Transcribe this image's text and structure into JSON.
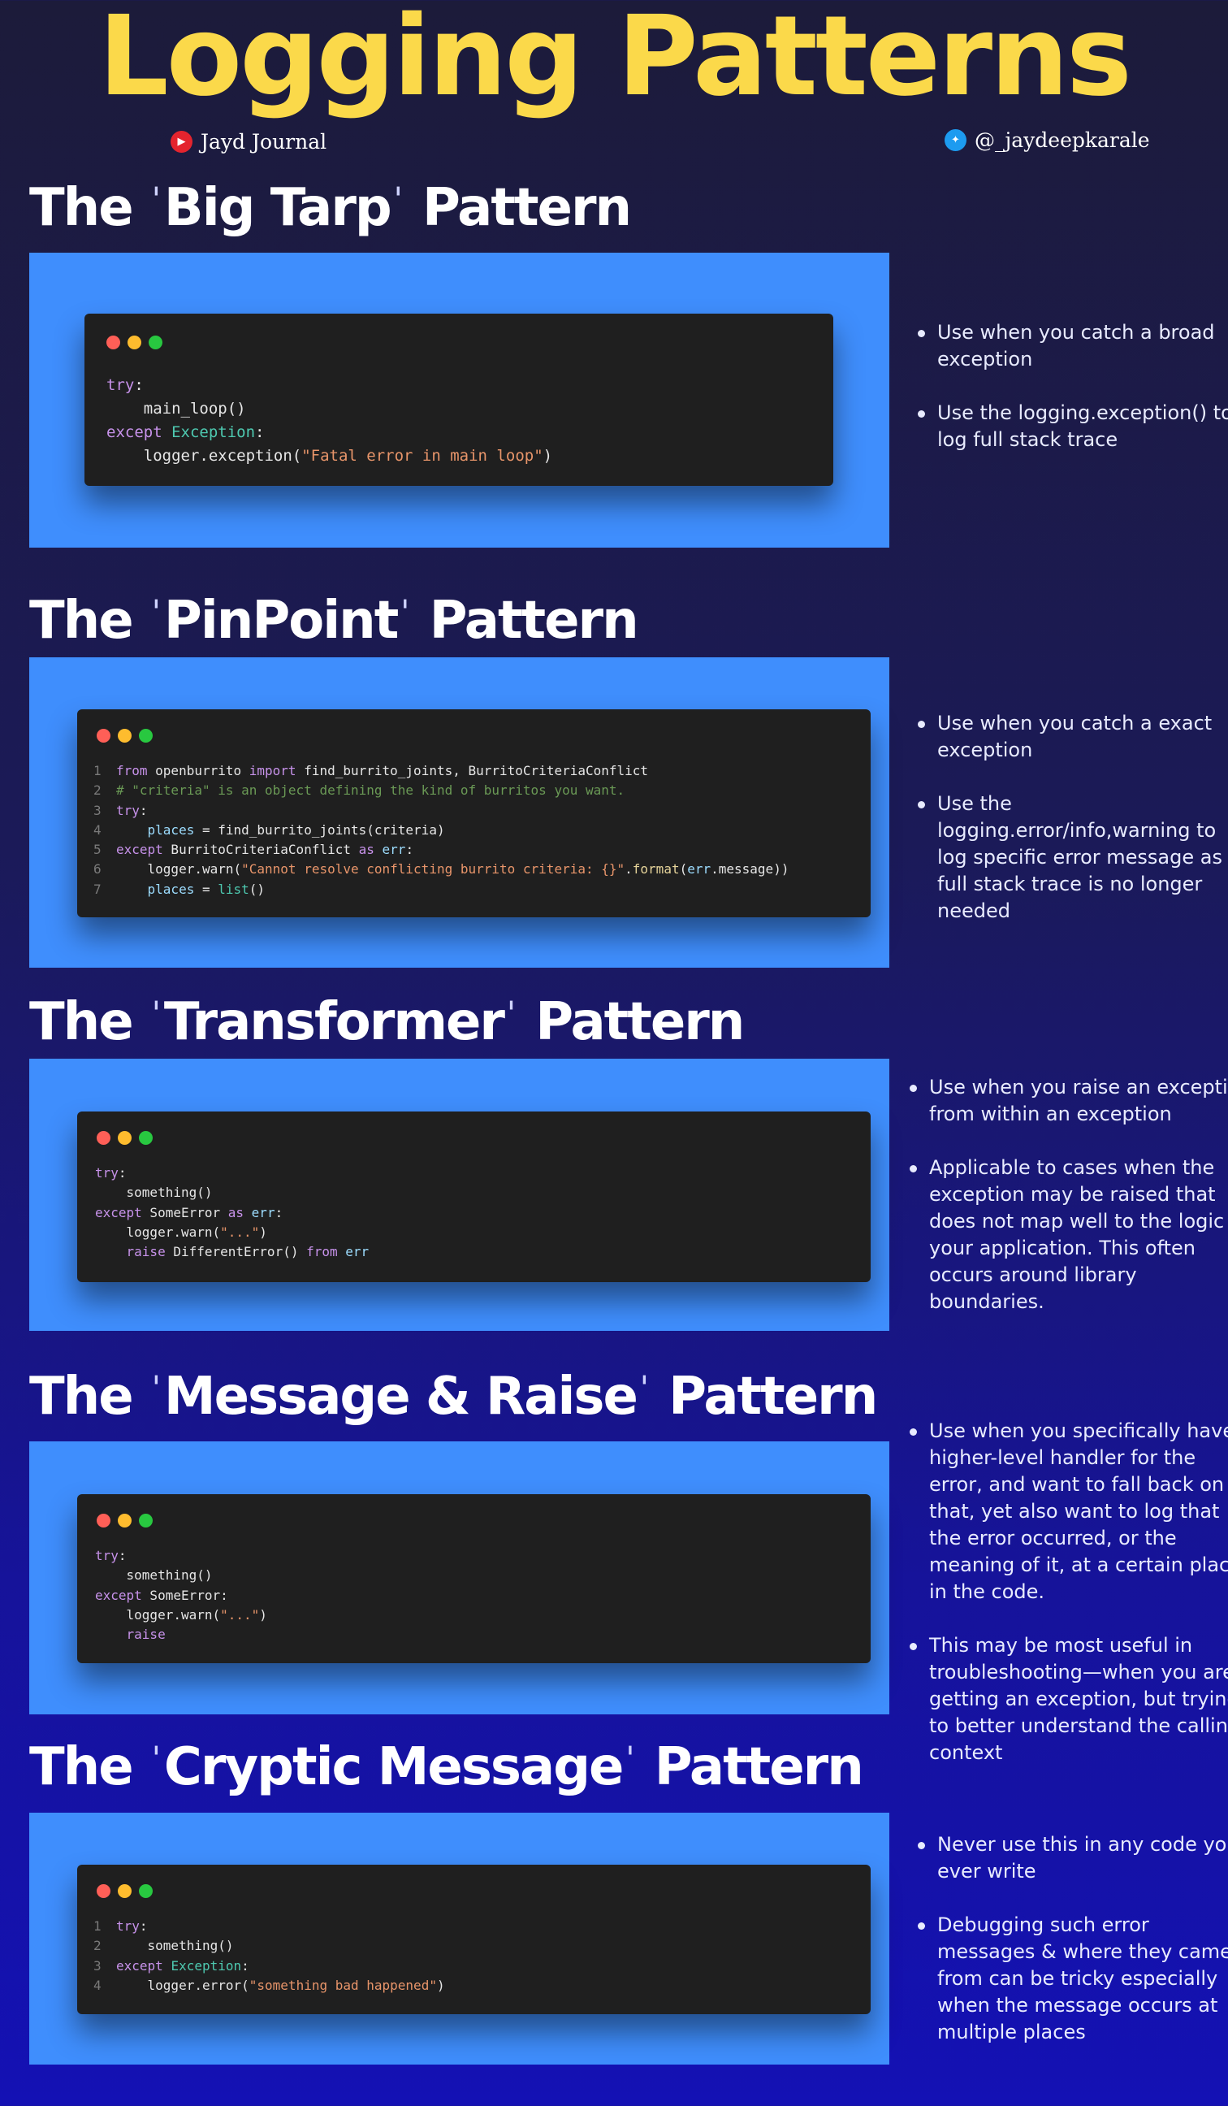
{
  "title": "Logging Patterns",
  "brand_left": {
    "icon": "youtube-icon",
    "label": "Jayd Journal"
  },
  "brand_right": {
    "icon": "twitter-icon",
    "label": "@_jaydeepkarale"
  },
  "colors": {
    "title": "#fbd94a",
    "panel": "#3f8efd",
    "code_bg": "#1f1f1f"
  },
  "sections": [
    {
      "title_pre": "The ",
      "title_name": "Big Tarp",
      "title_post": " Pattern",
      "notes": [
        "Use when you catch a broad exception",
        "Use the logging.exception() to log full stack trace"
      ]
    },
    {
      "title_pre": "The ",
      "title_name": "PinPoint",
      "title_post": " Pattern",
      "notes": [
        "Use when you catch a exact exception",
        "Use the logging.error/info,warning to log specific error message as full stack trace is no longer needed"
      ]
    },
    {
      "title_pre": "The ",
      "title_name": "Transformer",
      "title_post": " Pattern",
      "notes": [
        "Use when you raise an exception from within an exception",
        "Applicable to cases when the exception may be raised that does not map well to the logic of your application. This often occurs around library boundaries."
      ]
    },
    {
      "title_pre": "The ",
      "title_name": "Message & Raise",
      "title_post": " Pattern",
      "notes": [
        "Use when you specifically have a higher-level handler for the error, and want to fall back on that, yet also want to log that the error occurred, or the meaning of it, at a certain place in the code.",
        "This may be most useful in troubleshooting—when you are getting an exception, but trying to better understand the calling context"
      ]
    },
    {
      "title_pre": "The ",
      "title_name": "Cryptic Message",
      "title_post": " Pattern",
      "notes": [
        "Never use this in any code you ever write",
        "Debugging such error messages & where they came from can be tricky especially when the message occurs at multiple places"
      ]
    }
  ]
}
